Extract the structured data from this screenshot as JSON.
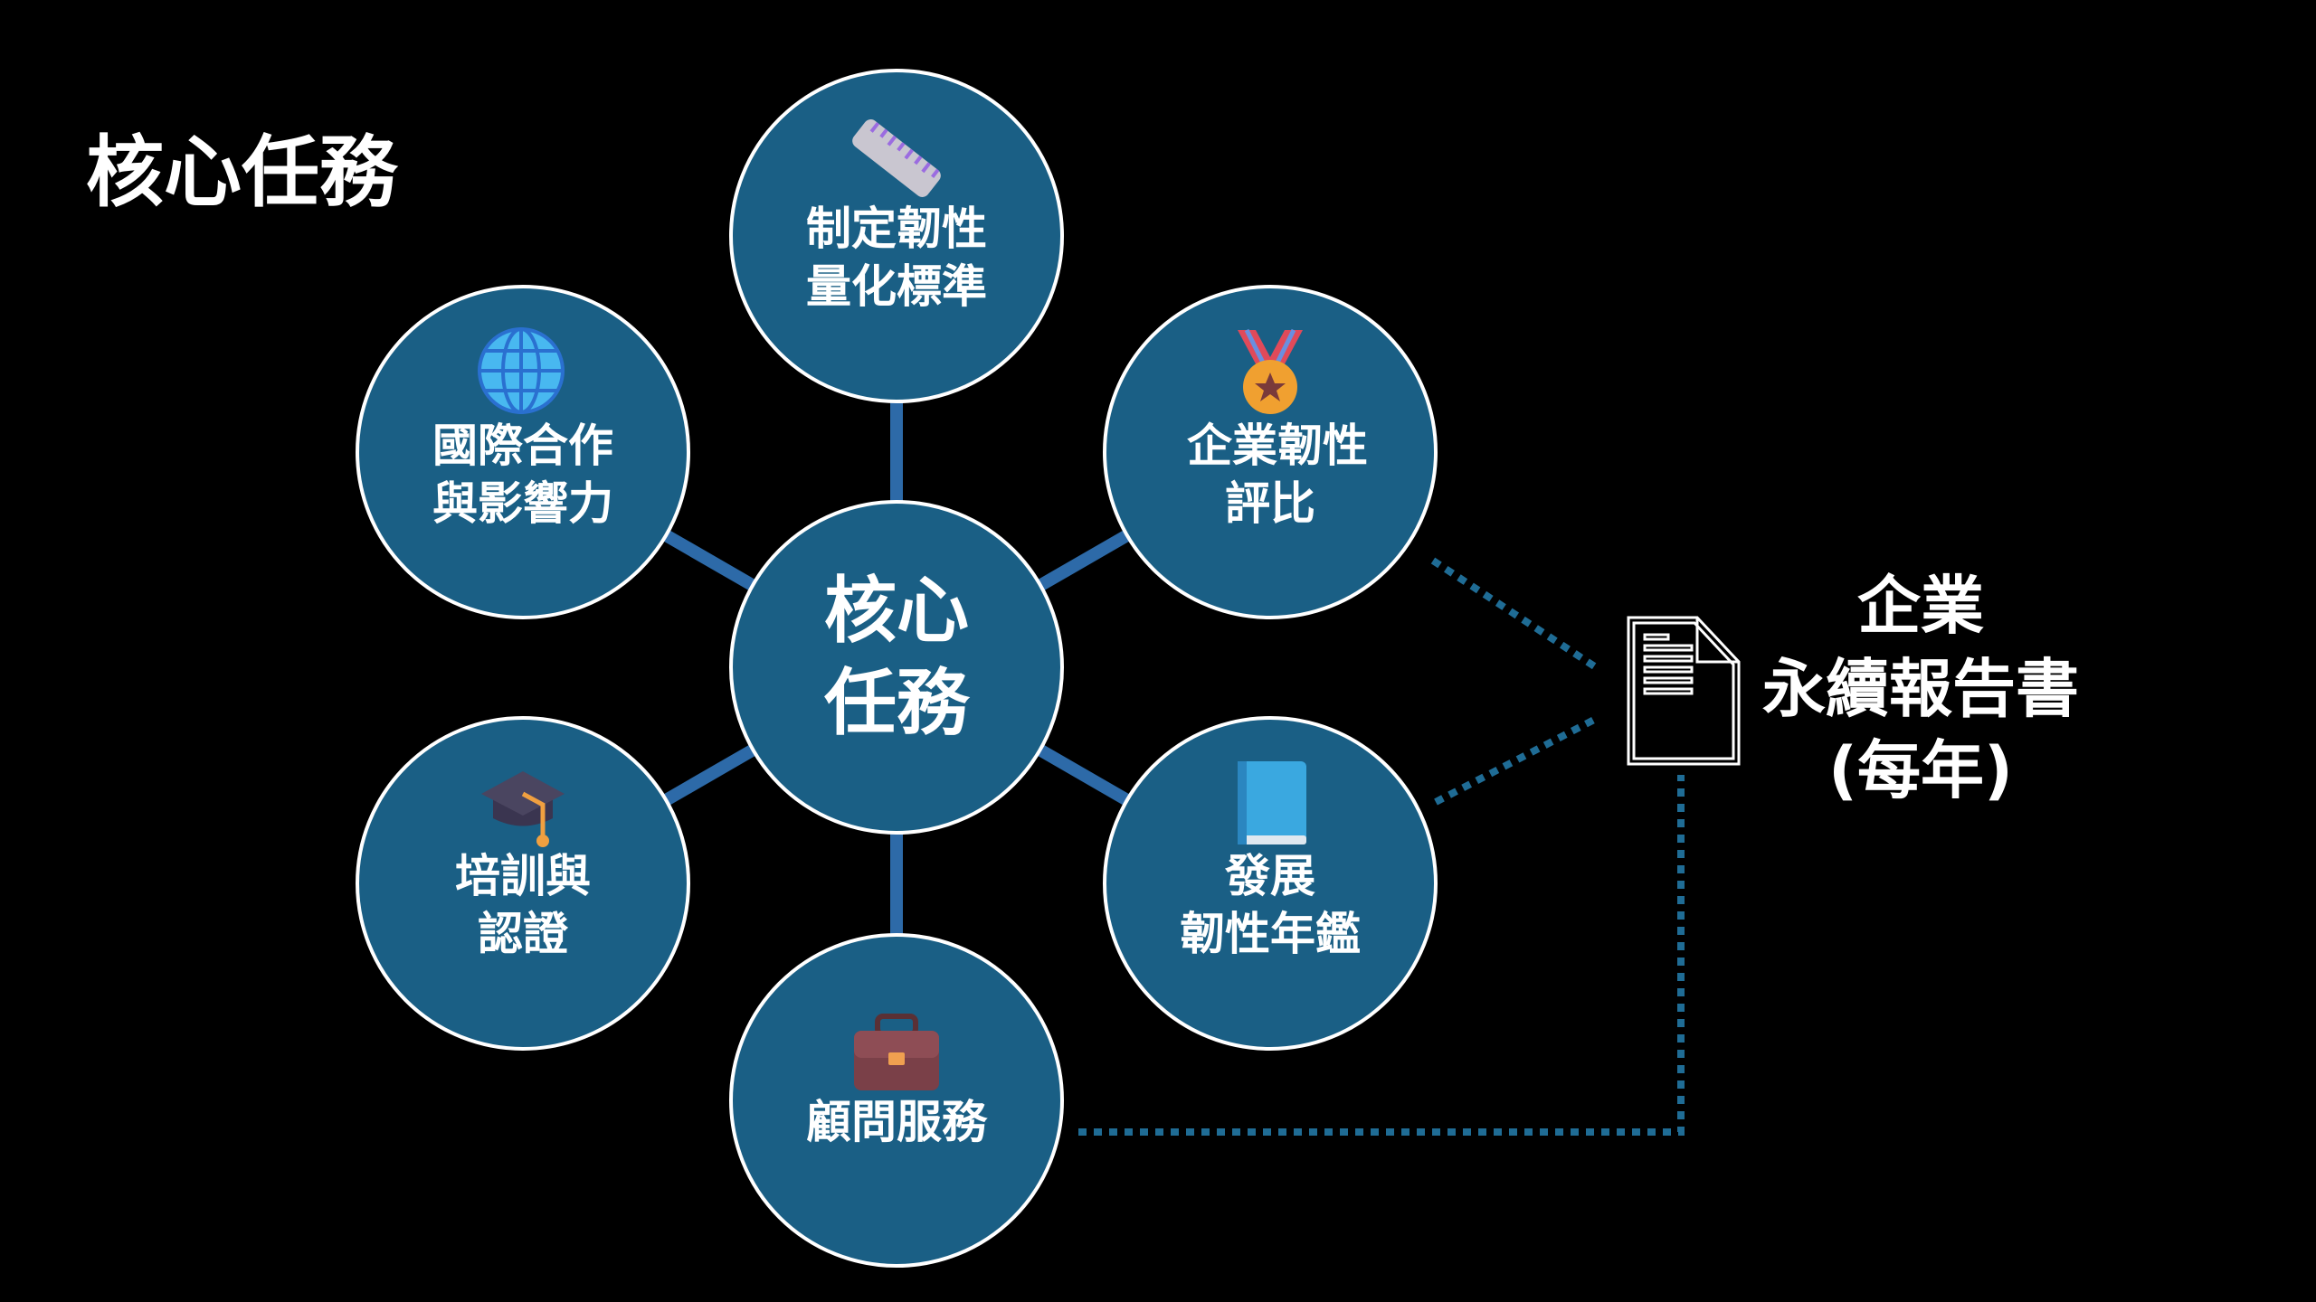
{
  "title": "核心任務",
  "center": {
    "line1": "核心",
    "line2": "任務"
  },
  "nodes": [
    {
      "icon": "ruler-icon",
      "line1": "制定韌性",
      "line2": "量化標準"
    },
    {
      "icon": "medal-icon",
      "line1": "企業韌性",
      "line2": "評比"
    },
    {
      "icon": "book-icon",
      "line1": "發展",
      "line2": "韌性年鑑"
    },
    {
      "icon": "briefcase-icon",
      "line1": "顧問服務"
    },
    {
      "icon": "graduation-cap-icon",
      "line1": "培訓與",
      "line2": "認證"
    },
    {
      "icon": "globe-icon",
      "line1": "國際合作",
      "line2": "與影響力"
    }
  ],
  "report": {
    "icon": "document-icon",
    "line1": "企業",
    "line2": "永續報告書",
    "line3": "(每年)"
  },
  "colors": {
    "node_fill": "#1a5f85",
    "connector": "#2d6aa8",
    "dotted": "#1f6c95",
    "background": "#000000"
  }
}
